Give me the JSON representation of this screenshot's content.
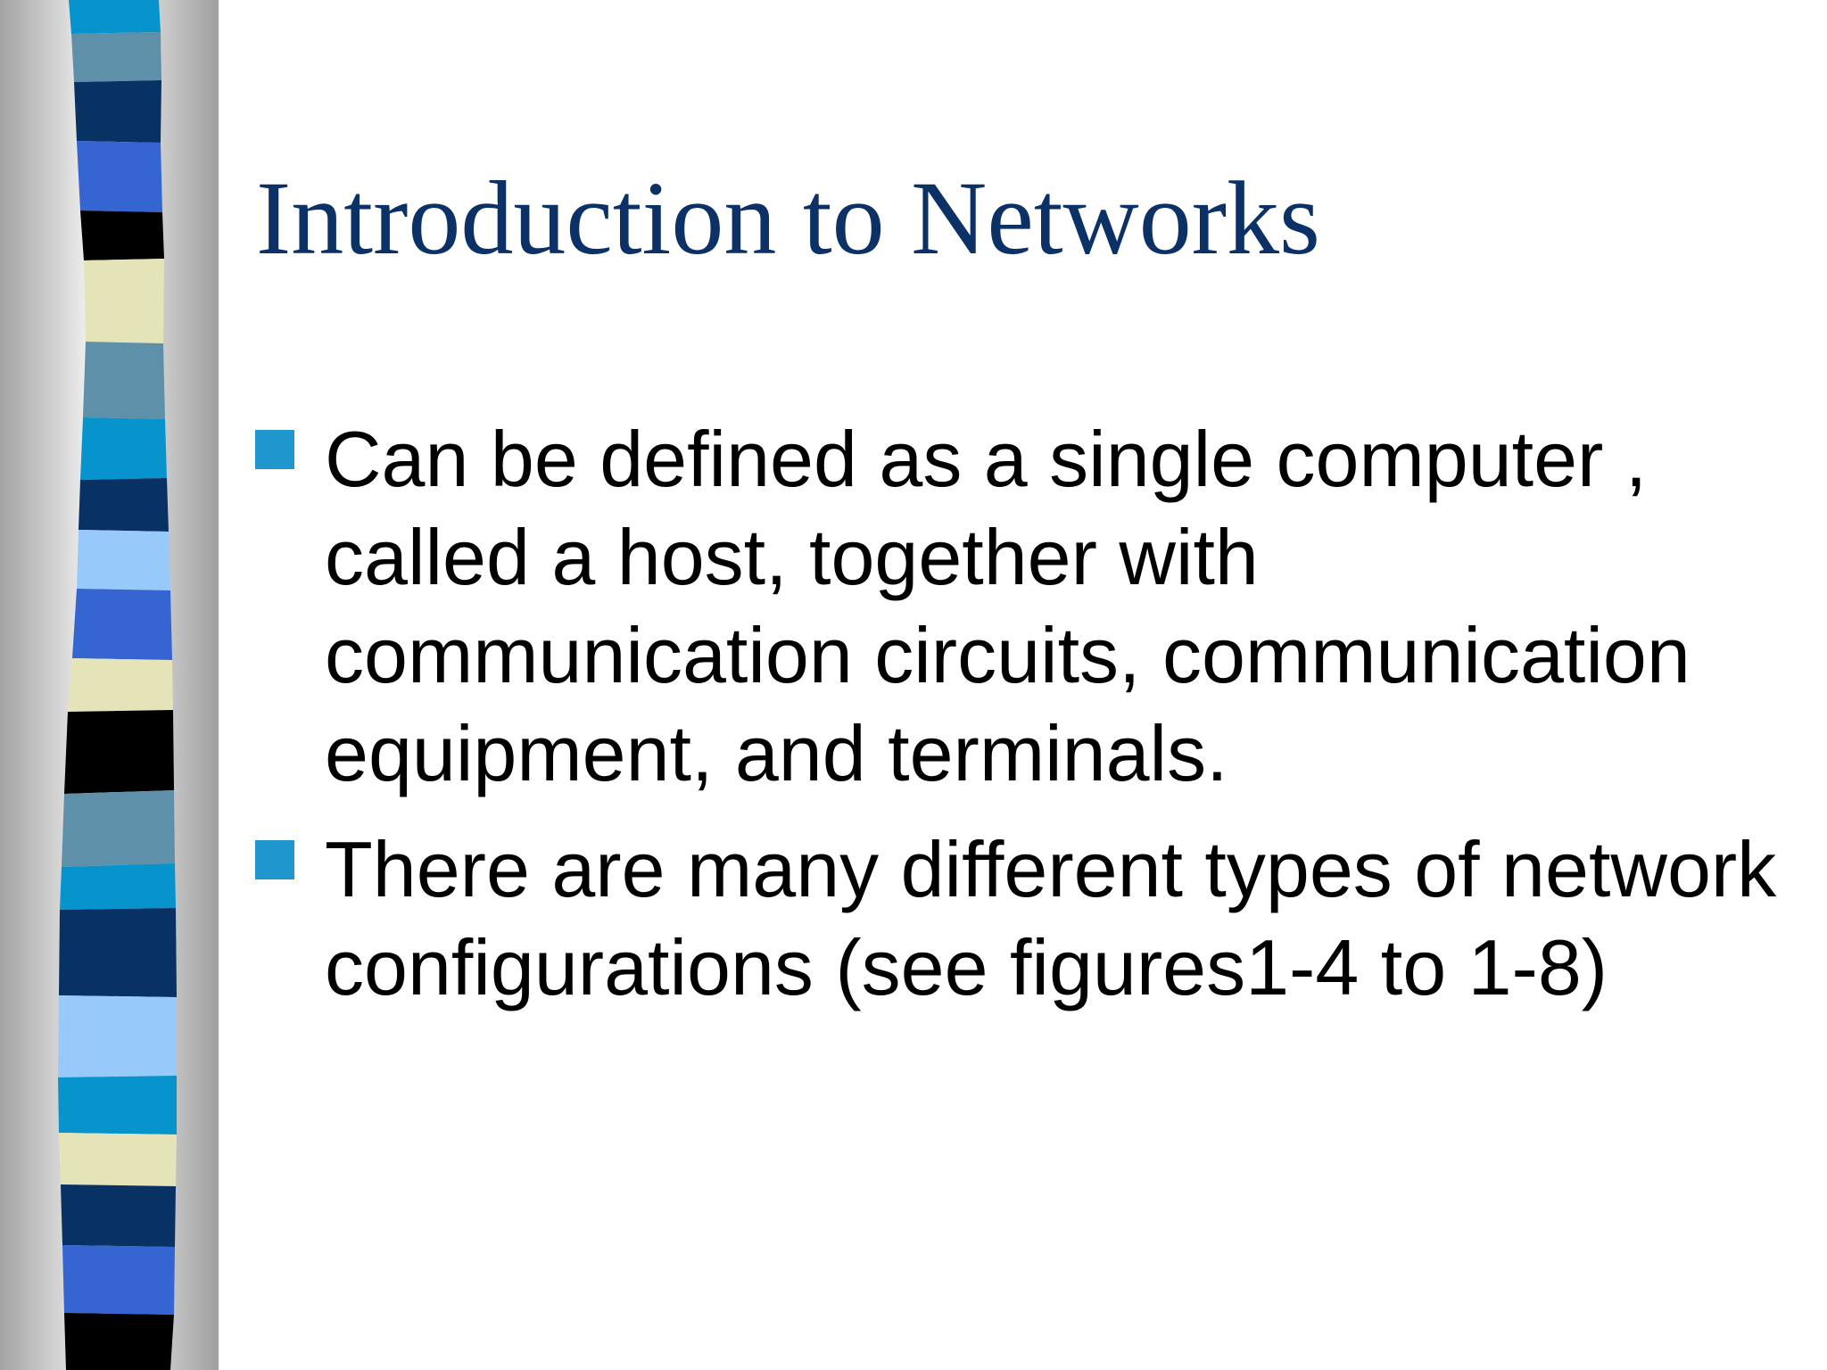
{
  "slide": {
    "title": "Introduction to Networks",
    "bullets": [
      {
        "text": "Can be defined as a single computer , called a host, together with communication circuits, communication equipment, and terminals."
      },
      {
        "text": "There are many different types of network configurations (see figures1-4 to 1-8)"
      }
    ]
  },
  "colors": {
    "title": "#0c3166",
    "text": "#000000",
    "bullet": "#1f97cc",
    "stripe_dark_blue": "#073263",
    "stripe_teal": "#5f90aa",
    "stripe_cyan": "#0794cc",
    "stripe_royal_blue": "#3465d1",
    "stripe_light_blue": "#98c9fb",
    "stripe_cream": "#e5e4b9",
    "stripe_black": "#000000"
  }
}
